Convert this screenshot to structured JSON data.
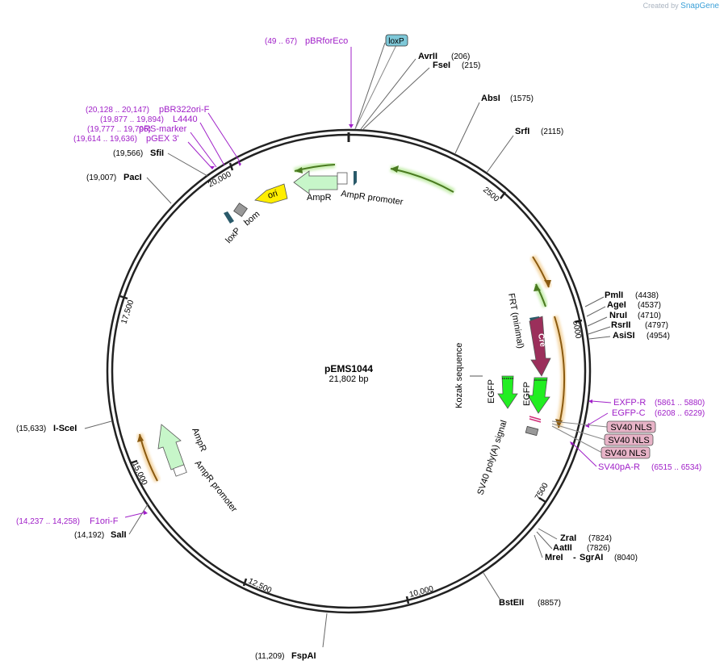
{
  "credit": {
    "prefix": "Created by",
    "brand": "SnapGene"
  },
  "plasmid": {
    "name": "pEMS1044",
    "length_label": "21,802 bp"
  },
  "ticks": [
    "2500",
    "5000",
    "7500",
    "10,000",
    "12,500",
    "15,000",
    "17,500",
    "20,000"
  ],
  "sites": {
    "avrii": {
      "name": "AvrII",
      "pos": "(206)"
    },
    "fsei": {
      "name": "FseI",
      "pos": "(215)"
    },
    "absi": {
      "name": "AbsI",
      "pos": "(1575)"
    },
    "srfi": {
      "name": "SrfI",
      "pos": "(2115)"
    },
    "pmli": {
      "name": "PmlI",
      "pos": "(4438)"
    },
    "agei": {
      "name": "AgeI",
      "pos": "(4537)"
    },
    "nrui": {
      "name": "NruI",
      "pos": "(4710)"
    },
    "rsrii": {
      "name": "RsrII",
      "pos": "(4797)"
    },
    "asisi": {
      "name": "AsiSI",
      "pos": "(4954)"
    },
    "zrai": {
      "name": "ZraI",
      "pos": "(7824)"
    },
    "aatii": {
      "name": "AatII",
      "pos": "(7826)"
    },
    "mrei": {
      "name": "MreI",
      "sep": "-",
      "name2": "SgrAI",
      "pos": "(8040)"
    },
    "bsteii": {
      "name": "BstEII",
      "pos": "(8857)"
    },
    "fspai": {
      "name": "FspAI",
      "pos": "(11,209)"
    },
    "sali": {
      "name": "SalI",
      "pos": "(14,192)"
    },
    "iscei": {
      "name": "I-SceI",
      "pos": "(15,633)"
    },
    "paci": {
      "name": "PacI",
      "pos": "(19,007)"
    },
    "sfii": {
      "name": "SfiI",
      "pos": "(19,566)"
    }
  },
  "primers": {
    "pbrforeco": {
      "name": "pBRforEco",
      "pos": "(49 .. 67)"
    },
    "pbr322ori": {
      "name": "pBR322ori-F",
      "pos": "(20,128 .. 20,147)"
    },
    "l4440": {
      "name": "L4440",
      "pos": "(19,877 .. 19,894)"
    },
    "prsmarker": {
      "name": "pRS-marker",
      "pos": "(19,777 .. 19,796)"
    },
    "pgex3": {
      "name": "pGEX 3'",
      "pos": "(19,614 .. 19,636)"
    },
    "exfpr": {
      "name": "EXFP-R",
      "pos": "(5861 .. 5880)"
    },
    "egfpc": {
      "name": "EGFP-C",
      "pos": "(6208 .. 6229)"
    },
    "sv40par": {
      "name": "SV40pA-R",
      "pos": "(6515 .. 6534)"
    },
    "f1orif": {
      "name": "F1ori-F",
      "pos": "(14,237 .. 14,258)"
    }
  },
  "features": {
    "loxp_box": "loxP",
    "ampr_top": "AmpR",
    "ampr_promoter_top": "AmpR promoter",
    "ori": "ori",
    "bom": "bom",
    "loxp_inner": "loxP",
    "frt": "FRT (minimal)",
    "cre": "Cre",
    "kozak": "Kozak sequence",
    "egfp1": "EGFP",
    "egfp2": "EGFP",
    "sv40polya": "SV40 poly(A) signal",
    "sv40nls1": "SV40 NLS",
    "sv40nls2": "SV40 NLS",
    "sv40nls3": "SV40 NLS",
    "ampr_bottom": "AmpR",
    "ampr_promoter_bottom": "AmpR promoter"
  },
  "colors": {
    "backbone": "#222222",
    "site_line": "#666666",
    "primer": "#a020c8",
    "gene_green": "#7fc241",
    "gene_orange": "#e79a35",
    "ampr": "#c7f6c9",
    "ori": "#ffee00",
    "cre": "#9b2f5b",
    "egfp": "#22ee22",
    "loxp_box": "#7ec8d8",
    "nls_box": "#e7b3c7"
  }
}
